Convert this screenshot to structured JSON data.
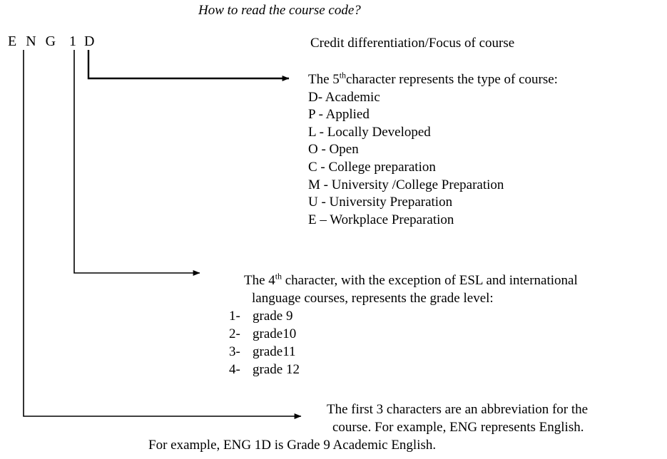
{
  "document": {
    "title": "How to read the course code?",
    "background_color": "#ffffff",
    "text_color": "#000000"
  },
  "course_code": {
    "prefix": "E N G",
    "suffix": "1 D",
    "full": "ENG 1D"
  },
  "annotations": {
    "credit": "Credit differentiation/Focus of course",
    "type_heading_pre": "The 5",
    "type_heading_sup": "th",
    "type_heading_post": "character represents the type of course:",
    "type_items": [
      "D- Academic",
      "P - Applied",
      "L - Locally Developed",
      "O - Open",
      "C - College preparation",
      "M - University /College Preparation",
      "U - University Preparation",
      "E – Workplace Preparation"
    ],
    "grade_heading_pre": "The 4",
    "grade_heading_sup": "th",
    "grade_heading_post": " character, with the exception of ESL and international",
    "grade_heading_line2": "language courses, represents the grade level:",
    "grade_items": [
      {
        "number": "1-",
        "label": "grade 9"
      },
      {
        "number": "2-",
        "label": "grade10"
      },
      {
        "number": "3-",
        "label": "grade11"
      },
      {
        "number": "4-",
        "label": "grade 12"
      }
    ],
    "abbrev_line1": "The first 3 characters are an abbreviation for the",
    "abbrev_line2": "course. For example, ENG represents English.",
    "example_line": "For example, ENG 1D is Grade 9 Academic English."
  },
  "connectors": [
    {
      "name": "fifth-character-leader",
      "description": "vertical line from D turning right into arrow",
      "color": "#000000"
    },
    {
      "name": "fourth-character-leader",
      "description": "vertical line from 1 turning right into arrow",
      "color": "#000000"
    },
    {
      "name": "first-three-characters-leader",
      "description": "vertical line from N turning right into arrow",
      "color": "#000000"
    }
  ]
}
